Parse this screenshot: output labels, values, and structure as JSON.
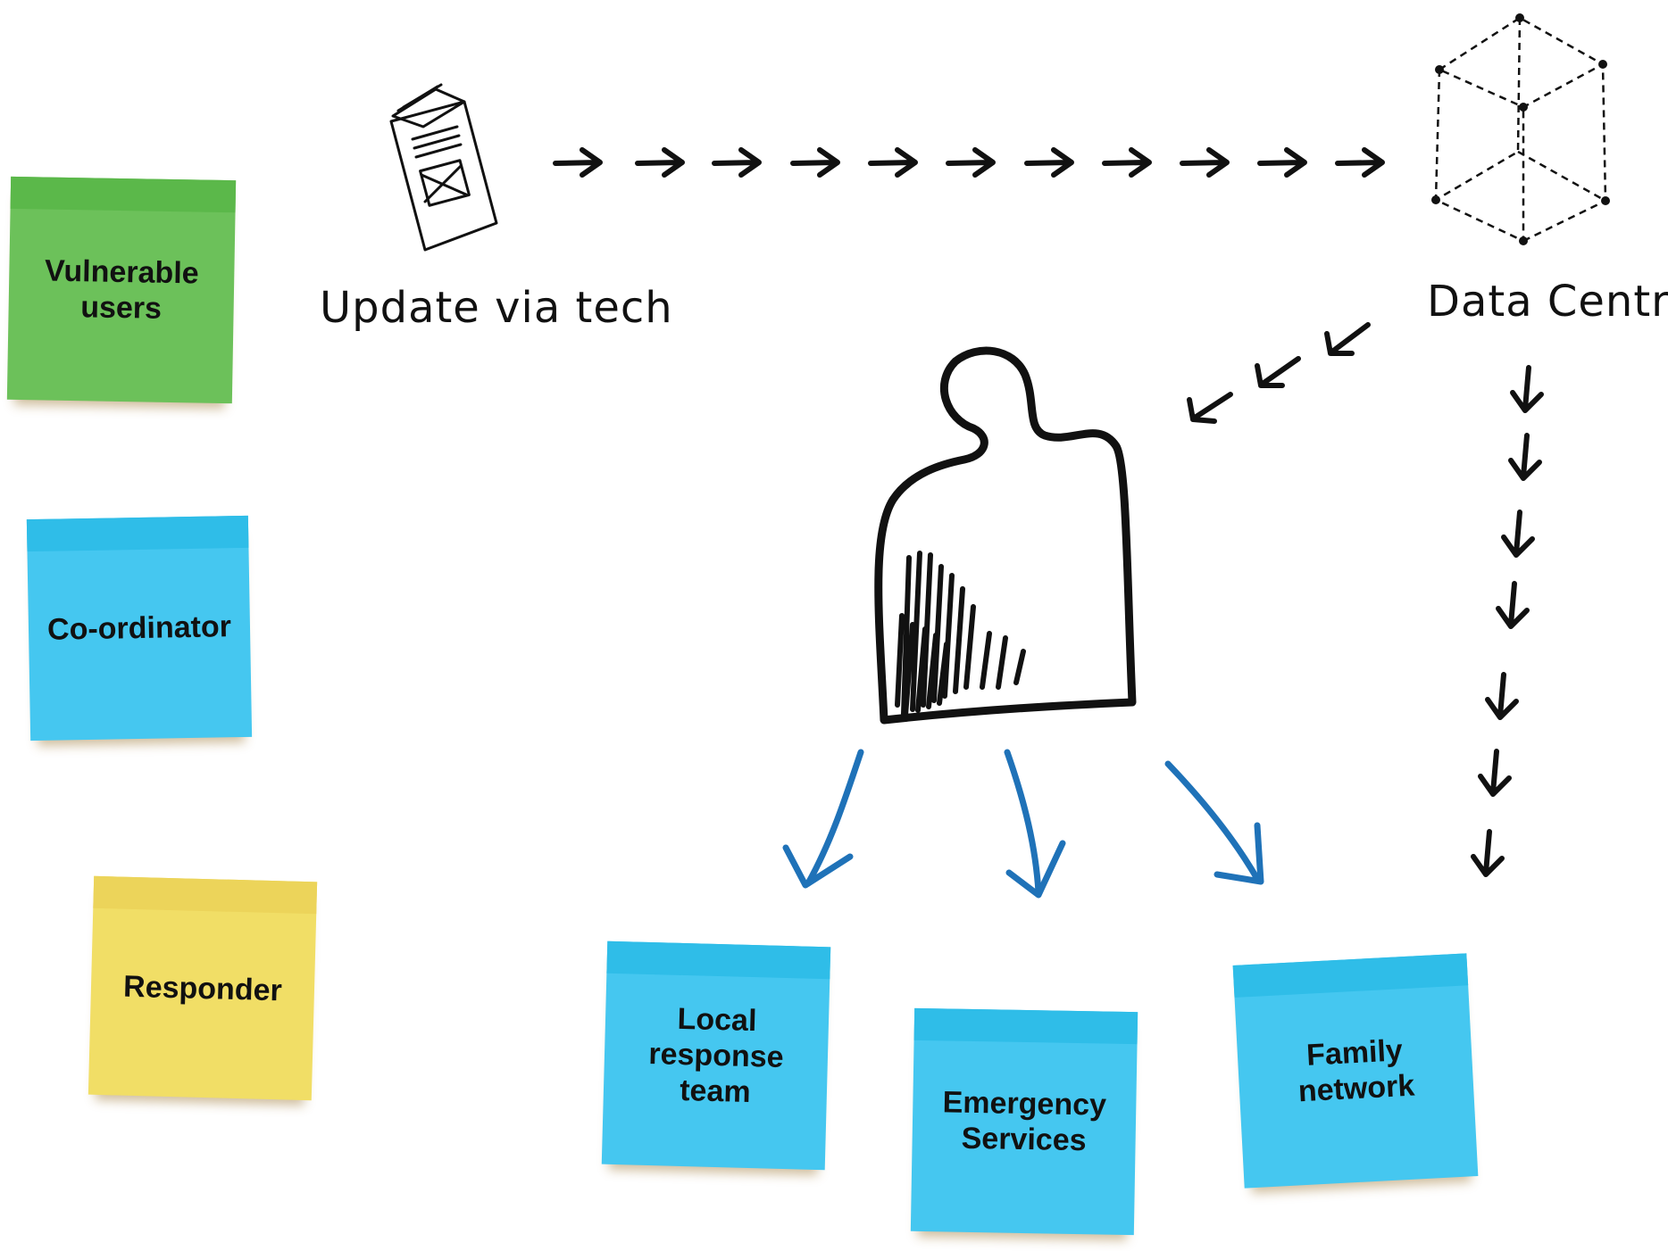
{
  "roles": {
    "vulnerable_users": "Vulnerable\nusers",
    "coordinator": "Co-ordinator",
    "responder": "Responder"
  },
  "flow": {
    "update_label": "Update via tech",
    "data_centre_label": "Data Centre"
  },
  "destinations": {
    "local_response": "Local\nresponse\nteam",
    "emergency": "Emergency\nServices",
    "family": "Family\nnetwork"
  },
  "icons": {
    "leaflet": "leaflet-icon",
    "data_centre": "cube-icon",
    "person": "person-icon"
  },
  "colors": {
    "green_note": "#6cc15a",
    "blue_note": "#45c7f0",
    "yellow_note": "#f1de66",
    "blue_arrows": "#1f72b8",
    "ink": "#111111"
  }
}
